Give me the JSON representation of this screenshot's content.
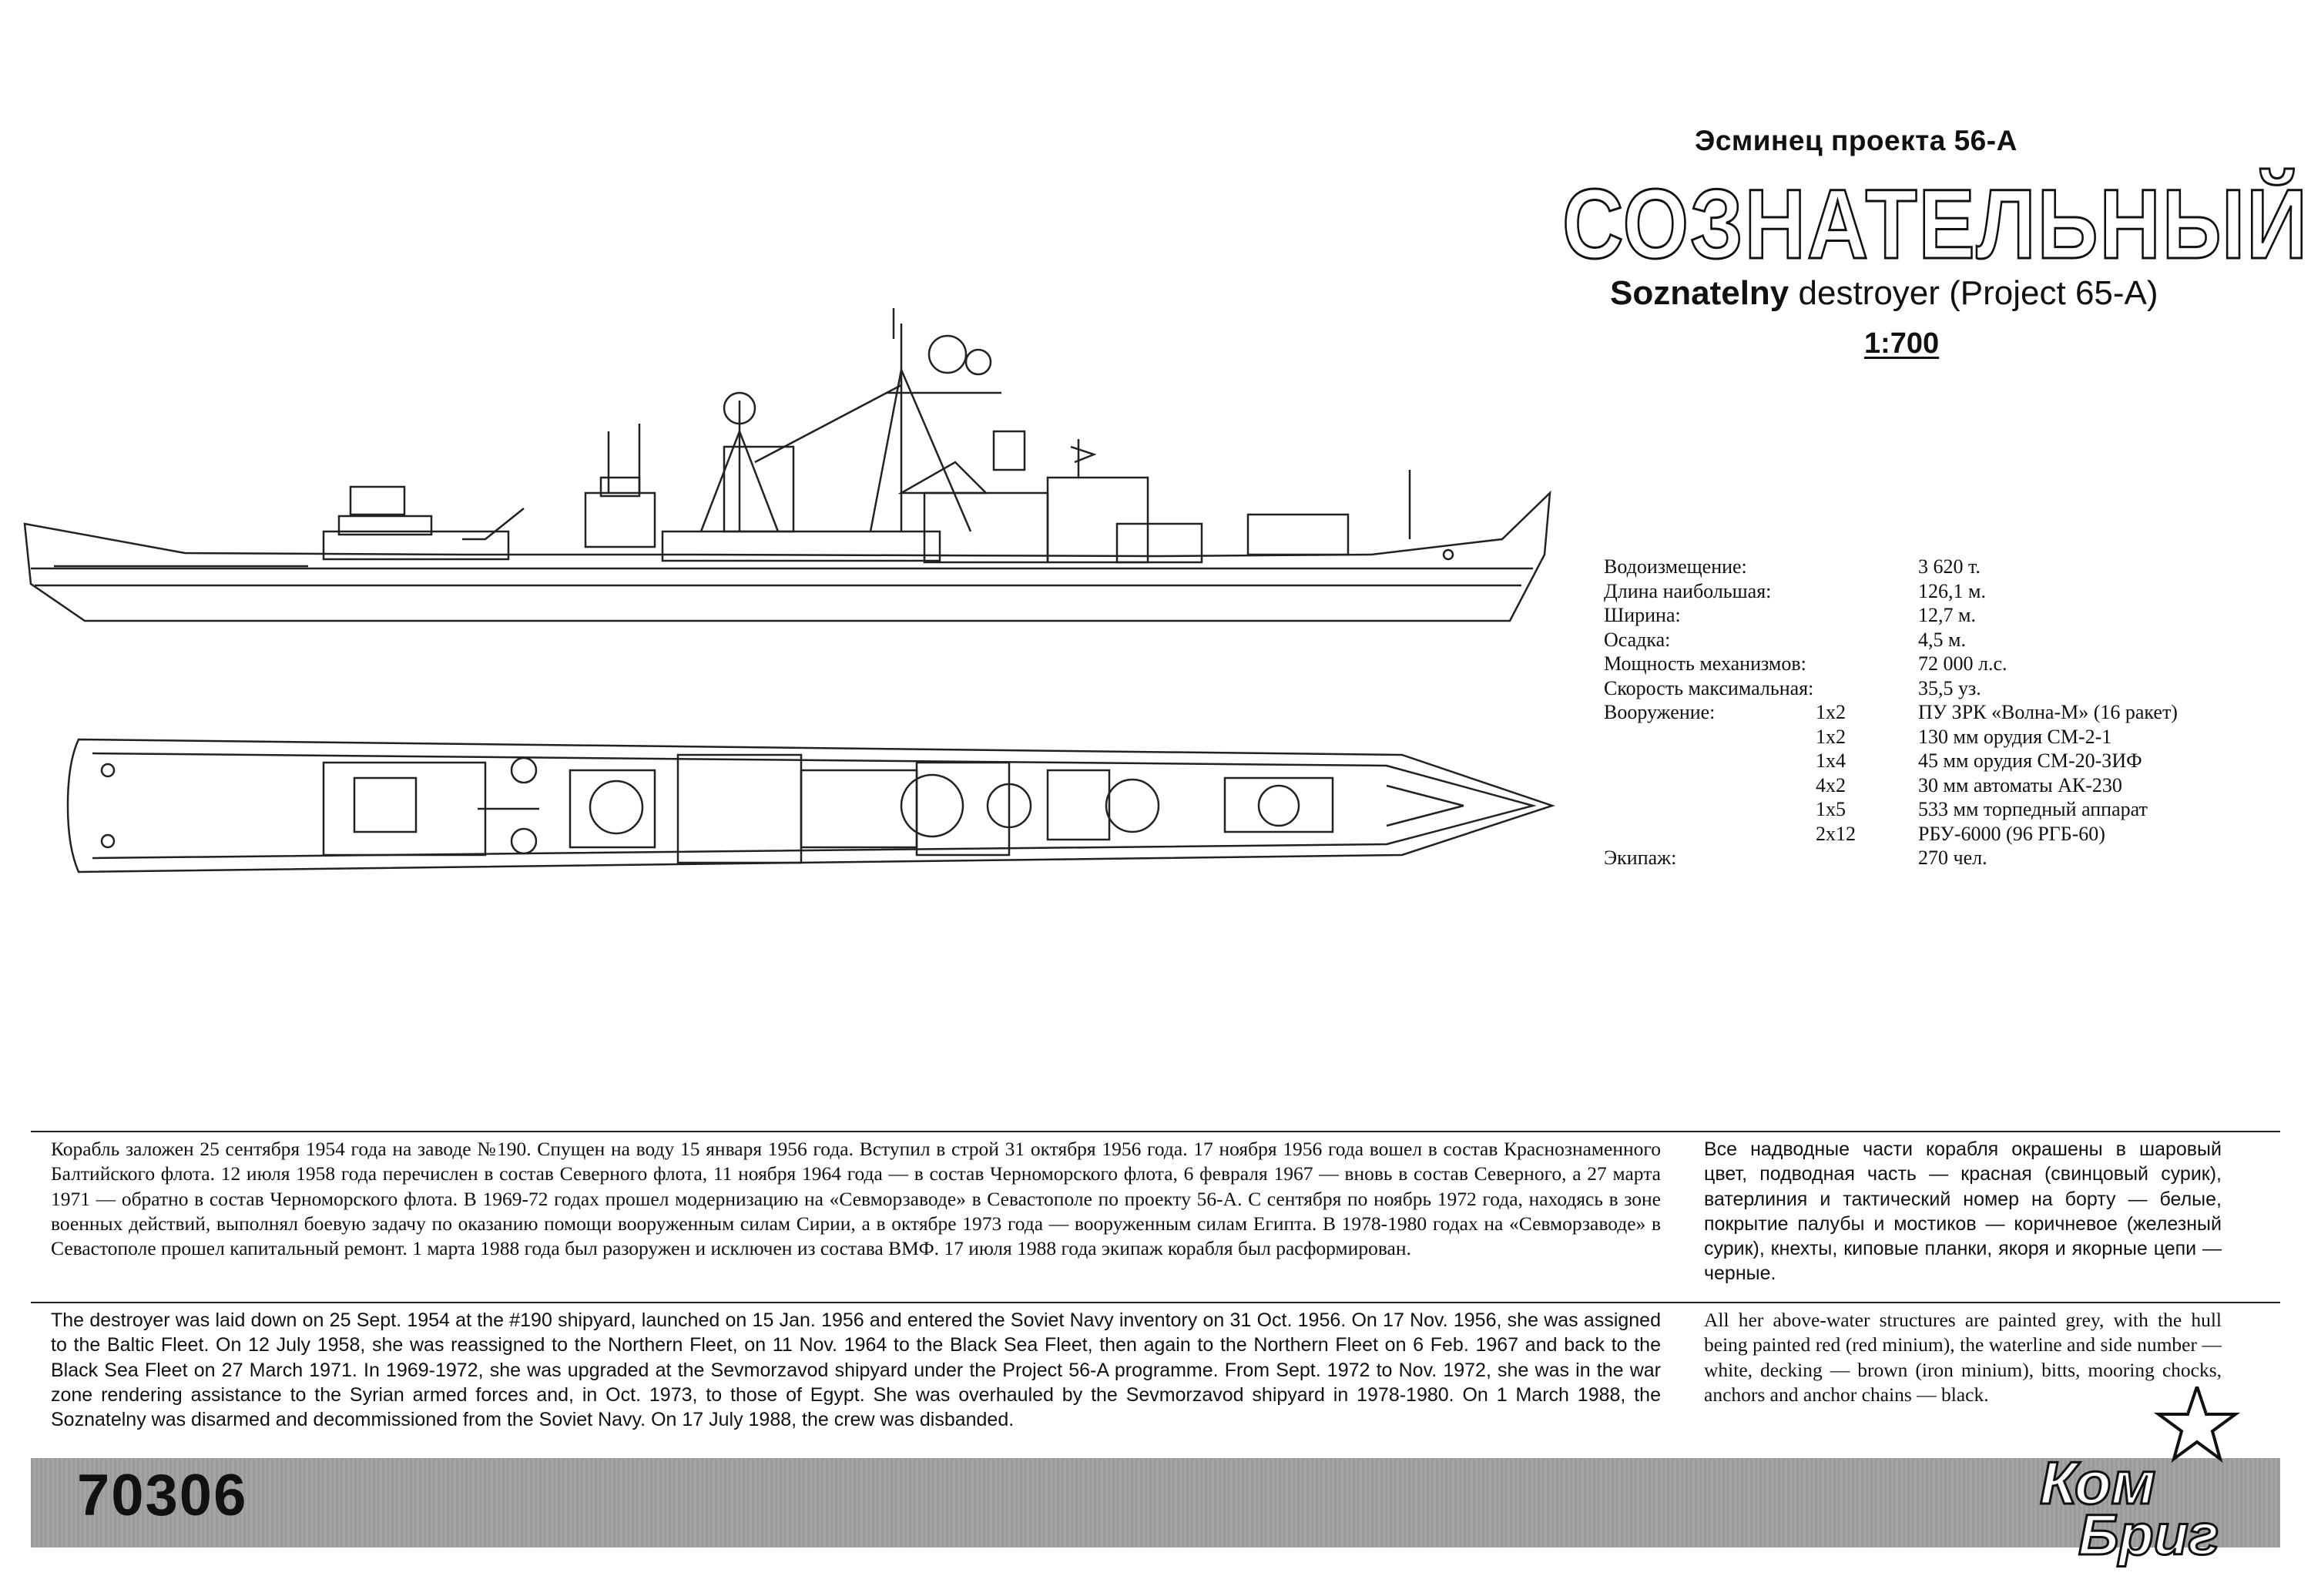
{
  "header": {
    "subtitle_ru": "Эсминец проекта 56-А",
    "ship_name_ru": "СОЗНАТЕЛЬНЫЙ",
    "title_en_bold": "Soznatelny",
    "title_en_rest": " destroyer (Project 65-A)",
    "scale": "1:700"
  },
  "specs": [
    {
      "label": "Водоизмещение:",
      "qty": "",
      "value": "3 620 т."
    },
    {
      "label": "Длина наибольшая:",
      "qty": "",
      "value": "126,1 м."
    },
    {
      "label": "Ширина:",
      "qty": "",
      "value": "12,7 м."
    },
    {
      "label": "Осадка:",
      "qty": "",
      "value": "4,5 м."
    },
    {
      "label": "Мощность механизмов:",
      "qty": "",
      "value": "72 000 л.с."
    },
    {
      "label": "Скорость максимальная:",
      "qty": "",
      "value": "35,5 уз."
    },
    {
      "label": "Вооружение:",
      "qty": "1х2",
      "value": "ПУ ЗРК «Волна-М» (16 ракет)"
    },
    {
      "label": "",
      "qty": "1х2",
      "value": "130 мм орудия СМ-2-1"
    },
    {
      "label": "",
      "qty": "1х4",
      "value": "45 мм орудия СМ-20-ЗИФ"
    },
    {
      "label": "",
      "qty": "4х2",
      "value": "30 мм автоматы АК-230"
    },
    {
      "label": "",
      "qty": "1х5",
      "value": "533 мм торпедный аппарат"
    },
    {
      "label": "",
      "qty": "2х12",
      "value": "РБУ-6000 (96 РГБ-60)"
    },
    {
      "label": "Экипаж:",
      "qty": "",
      "value": "270 чел."
    }
  ],
  "history_ru": "Корабль заложен 25 сентября 1954 года на заводе №190. Спущен на воду 15 января 1956 года. Вступил в строй 31 октября 1956 года. 17 ноября 1956 года вошел в состав Краснознаменного Балтийского флота. 12 июля 1958 года перечислен в состав Северного флота, 11 ноября 1964 года — в состав Черноморского флота, 6 февраля 1967 — вновь в состав Северного, а 27 марта 1971 — обратно в состав Черноморского флота. В 1969-72 годах прошел модернизацию на «Севморзаводе» в Севастополе по проекту 56-А. С сентября по ноябрь 1972 года, находясь в зоне военных действий, выполнял боевую задачу по оказанию помощи вооруженным силам Сирии, а в октябре 1973 года — вооруженным силам Египта. В 1978-1980 годах на «Севморзаводе» в Севастополе прошел капитальный ремонт. 1 марта 1988 года был разоружен и исключен из состава ВМФ. 17 июля 1988 года экипаж корабля был расформирован.",
  "paint_ru": "Все надводные части корабля окрашены в шаровый цвет, подводная часть — красная (свинцовый сурик), ватерлиния и тактический номер на борту — белые, покрытие палубы и мостиков — коричневое (железный сурик), кнехты, киповые планки, якоря и якорные цепи — черные.",
  "history_en": "The destroyer was laid down on 25 Sept. 1954 at the #190 shipyard, launched on 15 Jan. 1956 and entered the Soviet Navy inventory on 31 Oct. 1956. On 17 Nov. 1956, she was assigned to the Baltic Fleet. On 12 July 1958, she was reassigned to the Northern Fleet, on 11 Nov. 1964 to the Black Sea Fleet, then again to the Northern Fleet on 6 Feb. 1967 and back to the Black Sea Fleet on 27 March 1971. In 1969-1972, she was upgraded at the Sevmorzavod shipyard under the Project 56-A programme. From Sept. 1972 to Nov. 1972, she was in the war zone rendering assistance to the Syrian armed forces and, in Oct. 1973, to those of Egypt. She was overhauled by the Sevmorzavod shipyard in 1978-1980. On 1 March 1988, the Soznatelny was disarmed and decommissioned from the Soviet Navy. On 17 July 1988, the crew was disbanded.",
  "paint_en": "All her above-water structures are painted grey, with the hull being painted red (red minium), the waterline and side number — white, decking — brown (iron minium), bitts, mooring chocks, anchors and anchor chains — black.",
  "footer": {
    "catalog_number": "70306",
    "logo_line1": "Ком",
    "logo_line2": "Бриг"
  }
}
